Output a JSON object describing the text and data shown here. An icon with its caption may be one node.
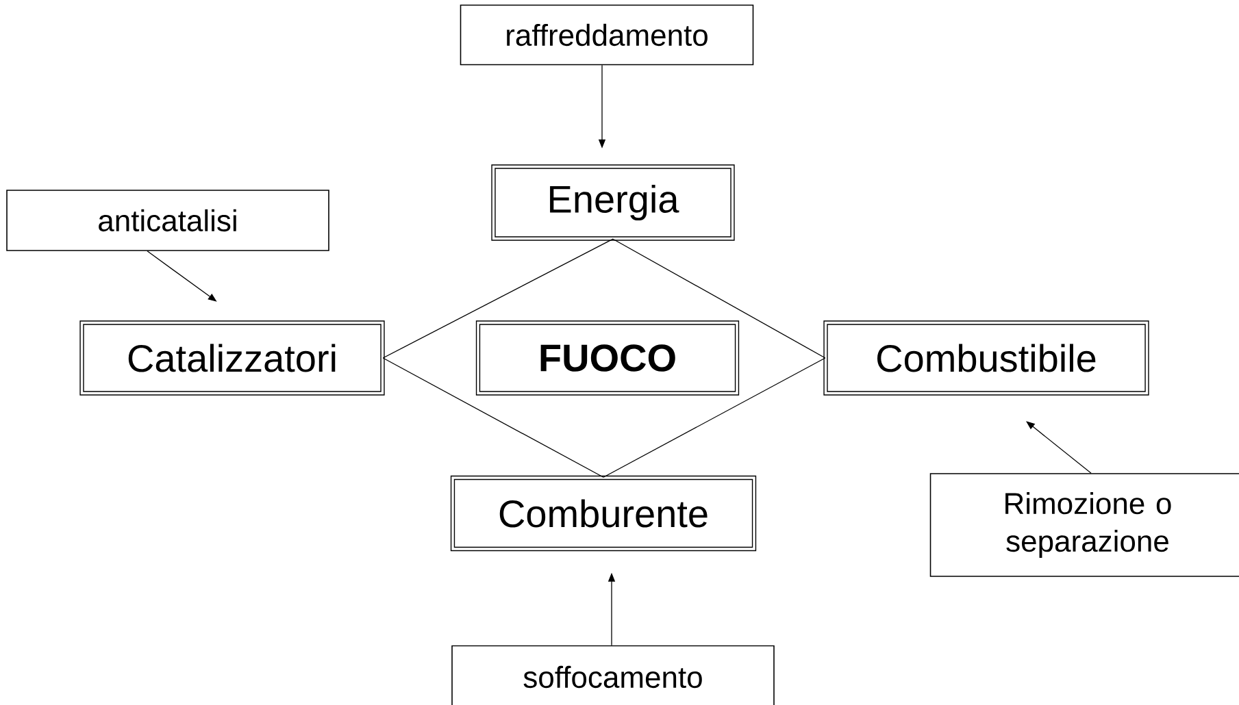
{
  "diagram": {
    "nodes": [
      {
        "text": [
          "raffreddamento"
        ]
      },
      {
        "text": [
          "Energia"
        ]
      },
      {
        "text": [
          "anticatalisi"
        ]
      },
      {
        "text": [
          "Catalizzatori"
        ]
      },
      {
        "text": [
          "FUOCO"
        ]
      },
      {
        "text": [
          "Combustibile"
        ]
      },
      {
        "text": [
          "Comburente"
        ]
      },
      {
        "text": [
          "Rimozione o separazione"
        ]
      },
      {
        "text": [
          "soffocamento"
        ]
      }
    ],
    "edges": [
      {
        "from": 0,
        "to": 1,
        "arrow": "to"
      },
      {
        "from": 2,
        "to": 3,
        "arrow": "to"
      },
      {
        "from": 7,
        "to": 5,
        "arrow": "to"
      },
      {
        "from": 8,
        "to": 6,
        "arrow": "to"
      },
      {
        "from": 1,
        "to": 3,
        "arrow": "none"
      },
      {
        "from": 3,
        "to": 6,
        "arrow": "none"
      },
      {
        "from": 6,
        "to": 5,
        "arrow": "none"
      },
      {
        "from": 5,
        "to": 1,
        "arrow": "none"
      }
    ]
  }
}
